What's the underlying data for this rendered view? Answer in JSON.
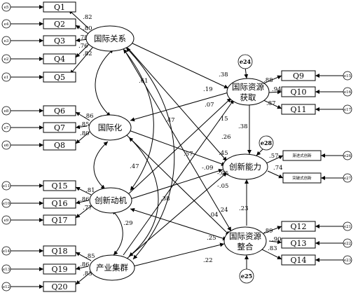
{
  "observed": {
    "Q1": "Q1",
    "Q2": "Q2",
    "Q3": "Q3",
    "Q4": "Q4",
    "Q5": "Q5",
    "Q6": "Q6",
    "Q7": "Q7",
    "Q8": "Q8",
    "Q15": "Q15",
    "Q16": "Q16",
    "Q17": "Q17",
    "Q18": "Q18",
    "Q19": "Q19",
    "Q20": "Q20",
    "Q9": "Q9",
    "Q10": "Q10",
    "Q11": "Q11",
    "Q12": "Q12",
    "Q13": "Q13",
    "Q14": "Q14",
    "gradual": "渐进式创新",
    "radical": "突破式创新"
  },
  "latent": {
    "intl_relations": "国际关系",
    "internationalization": "国际化",
    "innovation_motivation": "创新动机",
    "industrial_cluster": "产业集群",
    "resource_acquisition_l1": "国际资源",
    "resource_acquisition_l2": "获取",
    "resource_integration_l1": "国际资源",
    "resource_integration_l2": "整合",
    "innovation_capability": "创新能力"
  },
  "errors": {
    "e1": "e1",
    "e2": "e2",
    "e3": "e3",
    "e4": "e4",
    "e5": "e5",
    "e6": "e6",
    "e7": "e7",
    "e8": "e8",
    "e9": "e9",
    "e10": "e10",
    "e11": "e11",
    "e12": "e12",
    "e13": "e13",
    "e14": "e14",
    "e15": "e15",
    "e16": "e16",
    "e17": "e17",
    "e21": "e21",
    "e22": "e22",
    "e23": "e23",
    "e26": "e26",
    "e27": "e27",
    "e24": "e24",
    "e25": "e25",
    "e28": "e28"
  },
  "loadings": {
    "Q1": ".82",
    "Q2": ".80",
    "Q3": ".78",
    "Q4": ".76",
    "Q5": ".82",
    "Q6": ".86",
    "Q7": ".85",
    "Q8": ".80",
    "Q15": ".81",
    "Q16": ".86",
    "Q17": ".77",
    "Q18": ".85",
    "Q19": ".86",
    "Q20": ".83",
    "Q9": ".88",
    "Q10": ".94",
    "Q11": ".87",
    "Q12": ".89",
    "Q13": ".90",
    "Q14": ".83",
    "gradual": ".57",
    "radical": ".74"
  },
  "paths": {
    "rel_acq": ".38",
    "rel_int": ".26",
    "rel_cap": ".15",
    "glob_acq": ".19",
    "glob_cap": ".45",
    "glob_int": ".24",
    "mot_acq": ".07",
    "mot_cap": "-.09",
    "mot_int": ".04",
    "clu_cap": "-.05",
    "clu_int": ".22",
    "acq_cap": ".38",
    "int_cap": ".23",
    "mot_int_25": ".25"
  },
  "correlations": {
    "rel_glob": ".61",
    "rel_mot": ".47",
    "rel_clu": ".57",
    "glob_mot": ".47",
    "glob_clu": ".38",
    "mot_clu": ".29"
  }
}
